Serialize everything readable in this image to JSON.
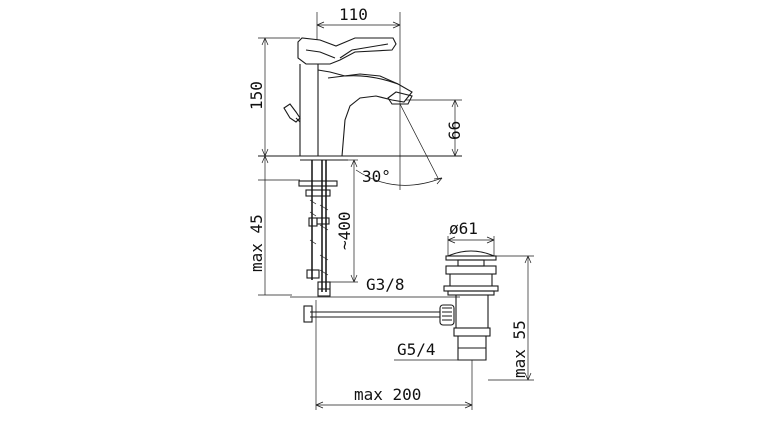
{
  "dimensions": {
    "top_width": "110",
    "height_total": "150",
    "spout_height": "66",
    "angle": "30°",
    "max_below": "max 45",
    "hose_length": "~400",
    "thread_inlet": "G3/8",
    "drain_diameter": "ø61",
    "drain_height": "max 55",
    "drain_thread": "G5/4",
    "rod_length": "max 200"
  },
  "colors": {
    "line": "#1a1a1a",
    "background": "#ffffff"
  }
}
